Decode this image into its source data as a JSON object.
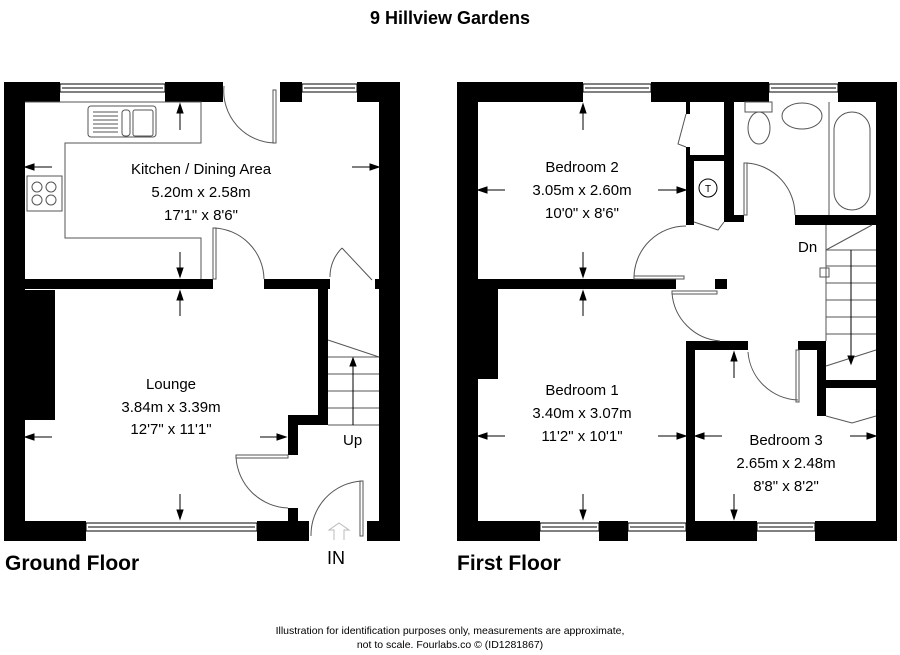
{
  "title": "9 Hillview Gardens",
  "ground_floor": {
    "label": "Ground Floor",
    "rooms": [
      {
        "name": "Kitchen / Dining Area",
        "metric": "5.20m x 2.58m",
        "imperial": "17'1\" x 8'6\""
      },
      {
        "name": "Lounge",
        "metric": "3.84m x 3.39m",
        "imperial": "12'7\" x 11'1\""
      }
    ],
    "stairs_label": "Up",
    "entrance_label": "IN"
  },
  "first_floor": {
    "label": "First Floor",
    "rooms": [
      {
        "name": "Bedroom 2",
        "metric": "3.05m x 2.60m",
        "imperial": "10'0\" x 8'6\""
      },
      {
        "name": "Bedroom 1",
        "metric": "3.40m x 3.07m",
        "imperial": "11'2\" x 10'1\""
      },
      {
        "name": "Bedroom 3",
        "metric": "2.65m x 2.48m",
        "imperial": "8'8\" x 8'2\""
      }
    ],
    "stairs_label": "Dn",
    "tank_label": "T"
  },
  "disclaimer": {
    "line1": "Illustration for identification purposes only, measurements are approximate,",
    "line2": "not to scale. Fourlabs.co © (ID1281867)"
  }
}
